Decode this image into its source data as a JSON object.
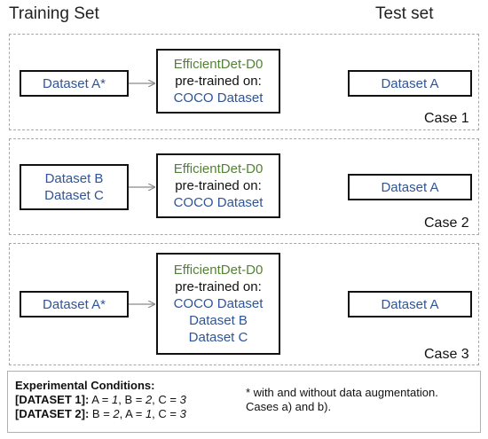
{
  "headers": {
    "training": "Training Set",
    "test": "Test set"
  },
  "cases": [
    {
      "label": "Case 1",
      "train_lines": [
        "Dataset A*"
      ],
      "model_title": "EfficientDet-D0",
      "model_sub": "pre-trained on:",
      "pretrain_lines": [
        "COCO Dataset"
      ],
      "test_label": "Dataset A"
    },
    {
      "label": "Case 2",
      "train_lines": [
        "Dataset B",
        "Dataset C"
      ],
      "model_title": "EfficientDet-D0",
      "model_sub": "pre-trained on:",
      "pretrain_lines": [
        "COCO Dataset"
      ],
      "test_label": "Dataset A"
    },
    {
      "label": "Case 3",
      "train_lines": [
        "Dataset A*"
      ],
      "model_title": "EfficientDet-D0",
      "model_sub": "pre-trained on:",
      "pretrain_lines": [
        "COCO Dataset",
        "Dataset B",
        "Dataset C"
      ],
      "test_label": "Dataset A"
    }
  ],
  "footer": {
    "heading": "Experimental Conditions:",
    "d1_label": "[DATASET 1]:",
    "d1_a": "A = ",
    "d1_a_val": "1",
    "d1_b": ", B = ",
    "d1_b_val": "2",
    "d1_c": ", C = ",
    "d1_c_val": "3",
    "d2_label": "[DATASET 2]:",
    "d2_b": "B = ",
    "d2_b_val": "2",
    "d2_a": ", A = ",
    "d2_a_val": "1",
    "d2_c": ", C = ",
    "d2_c_val": "3",
    "note_line1": "* with and without data augmentation.",
    "note_line2": "Cases a) and b)."
  }
}
